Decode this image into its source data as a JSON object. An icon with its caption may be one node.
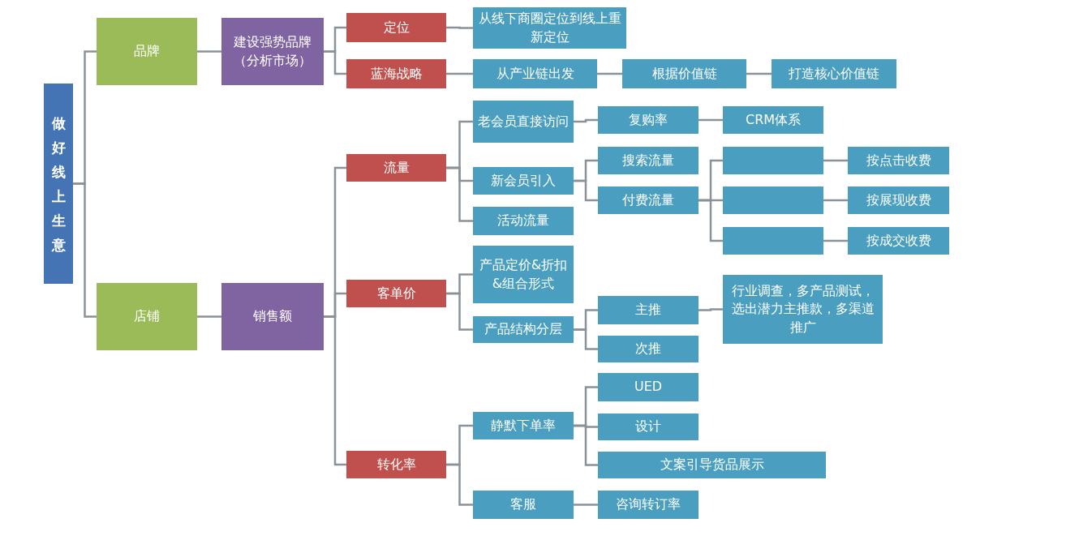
{
  "diagram": {
    "nodes": [
      {
        "text": [
          "做好线上生意"
        ]
      },
      {
        "text": [
          "品牌"
        ]
      },
      {
        "text": [
          "建设强势品牌（分析市场）"
        ]
      },
      {
        "text": [
          "定位"
        ]
      },
      {
        "text": [
          "从线下商圈定位到线上重新定位"
        ]
      },
      {
        "text": [
          "蓝海战略"
        ]
      },
      {
        "text": [
          "从产业链出发"
        ]
      },
      {
        "text": [
          "根据价值链"
        ]
      },
      {
        "text": [
          "打造核心价值链"
        ]
      },
      {
        "text": [
          "店铺"
        ]
      },
      {
        "text": [
          "销售额"
        ]
      },
      {
        "text": [
          "流量"
        ]
      },
      {
        "text": [
          "老会员直接访问"
        ]
      },
      {
        "text": [
          "复购率"
        ]
      },
      {
        "text": [
          "CRM体系"
        ]
      },
      {
        "text": [
          "新会员引入"
        ]
      },
      {
        "text": [
          "搜索流量"
        ]
      },
      {
        "text": [
          "付费流量"
        ]
      },
      {
        "text": [],
        "shape": "box"
      },
      {
        "text": [
          "按点击收费"
        ]
      },
      {
        "text": [],
        "shape": "box"
      },
      {
        "text": [
          "按展现收费"
        ]
      },
      {
        "text": [],
        "shape": "box"
      },
      {
        "text": [
          "按成交收费"
        ]
      },
      {
        "text": [
          "活动流量"
        ]
      },
      {
        "text": [
          "客单价"
        ]
      },
      {
        "text": [
          "产品定价&折扣&组合形式"
        ]
      },
      {
        "text": [
          "产品结构分层"
        ]
      },
      {
        "text": [
          "主推"
        ]
      },
      {
        "text": [
          "行业调查，多产品测试，选出潜力主推款，多渠道推广"
        ]
      },
      {
        "text": [
          "次推"
        ]
      },
      {
        "text": [
          "转化率"
        ]
      },
      {
        "text": [
          "静默下单率"
        ]
      },
      {
        "text": [
          "UED"
        ]
      },
      {
        "text": [
          "设计"
        ]
      },
      {
        "text": [
          "文案引导货品展示"
        ]
      },
      {
        "text": [
          "客服"
        ]
      },
      {
        "text": [
          "咨询转订率"
        ]
      }
    ],
    "edges": [
      {
        "from": 0,
        "to": 1,
        "arrow": "none"
      },
      {
        "from": 0,
        "to": 9,
        "arrow": "none"
      },
      {
        "from": 1,
        "to": 2,
        "arrow": "none"
      },
      {
        "from": 2,
        "to": 3,
        "arrow": "none"
      },
      {
        "from": 2,
        "to": 5,
        "arrow": "none"
      },
      {
        "from": 3,
        "to": 4,
        "arrow": "none"
      },
      {
        "from": 5,
        "to": 6,
        "arrow": "none"
      },
      {
        "from": 6,
        "to": 7,
        "arrow": "none"
      },
      {
        "from": 7,
        "to": 8,
        "arrow": "none"
      },
      {
        "from": 9,
        "to": 10,
        "arrow": "none"
      },
      {
        "from": 10,
        "to": 11,
        "arrow": "none"
      },
      {
        "from": 10,
        "to": 25,
        "arrow": "none"
      },
      {
        "from": 10,
        "to": 31,
        "arrow": "none"
      },
      {
        "from": 11,
        "to": 12,
        "arrow": "none"
      },
      {
        "from": 11,
        "to": 15,
        "arrow": "none"
      },
      {
        "from": 11,
        "to": 24,
        "arrow": "none"
      },
      {
        "from": 12,
        "to": 13,
        "arrow": "none"
      },
      {
        "from": 13,
        "to": 14,
        "arrow": "none"
      },
      {
        "from": 15,
        "to": 16,
        "arrow": "none"
      },
      {
        "from": 15,
        "to": 17,
        "arrow": "none"
      },
      {
        "from": 17,
        "to": 18,
        "arrow": "none"
      },
      {
        "from": 17,
        "to": 20,
        "arrow": "none"
      },
      {
        "from": 17,
        "to": 22,
        "arrow": "none"
      },
      {
        "from": 18,
        "to": 19,
        "arrow": "none"
      },
      {
        "from": 20,
        "to": 21,
        "arrow": "none"
      },
      {
        "from": 22,
        "to": 23,
        "arrow": "none"
      },
      {
        "from": 25,
        "to": 26,
        "arrow": "none"
      },
      {
        "from": 25,
        "to": 27,
        "arrow": "none"
      },
      {
        "from": 27,
        "to": 28,
        "arrow": "none"
      },
      {
        "from": 27,
        "to": 30,
        "arrow": "none"
      },
      {
        "from": 28,
        "to": 29,
        "arrow": "none"
      },
      {
        "from": 31,
        "to": 32,
        "arrow": "none"
      },
      {
        "from": 31,
        "to": 36,
        "arrow": "none"
      },
      {
        "from": 32,
        "to": 33,
        "arrow": "none"
      },
      {
        "from": 32,
        "to": 34,
        "arrow": "none"
      },
      {
        "from": 32,
        "to": 35,
        "arrow": "none"
      },
      {
        "from": 36,
        "to": 37,
        "arrow": "none"
      }
    ]
  }
}
